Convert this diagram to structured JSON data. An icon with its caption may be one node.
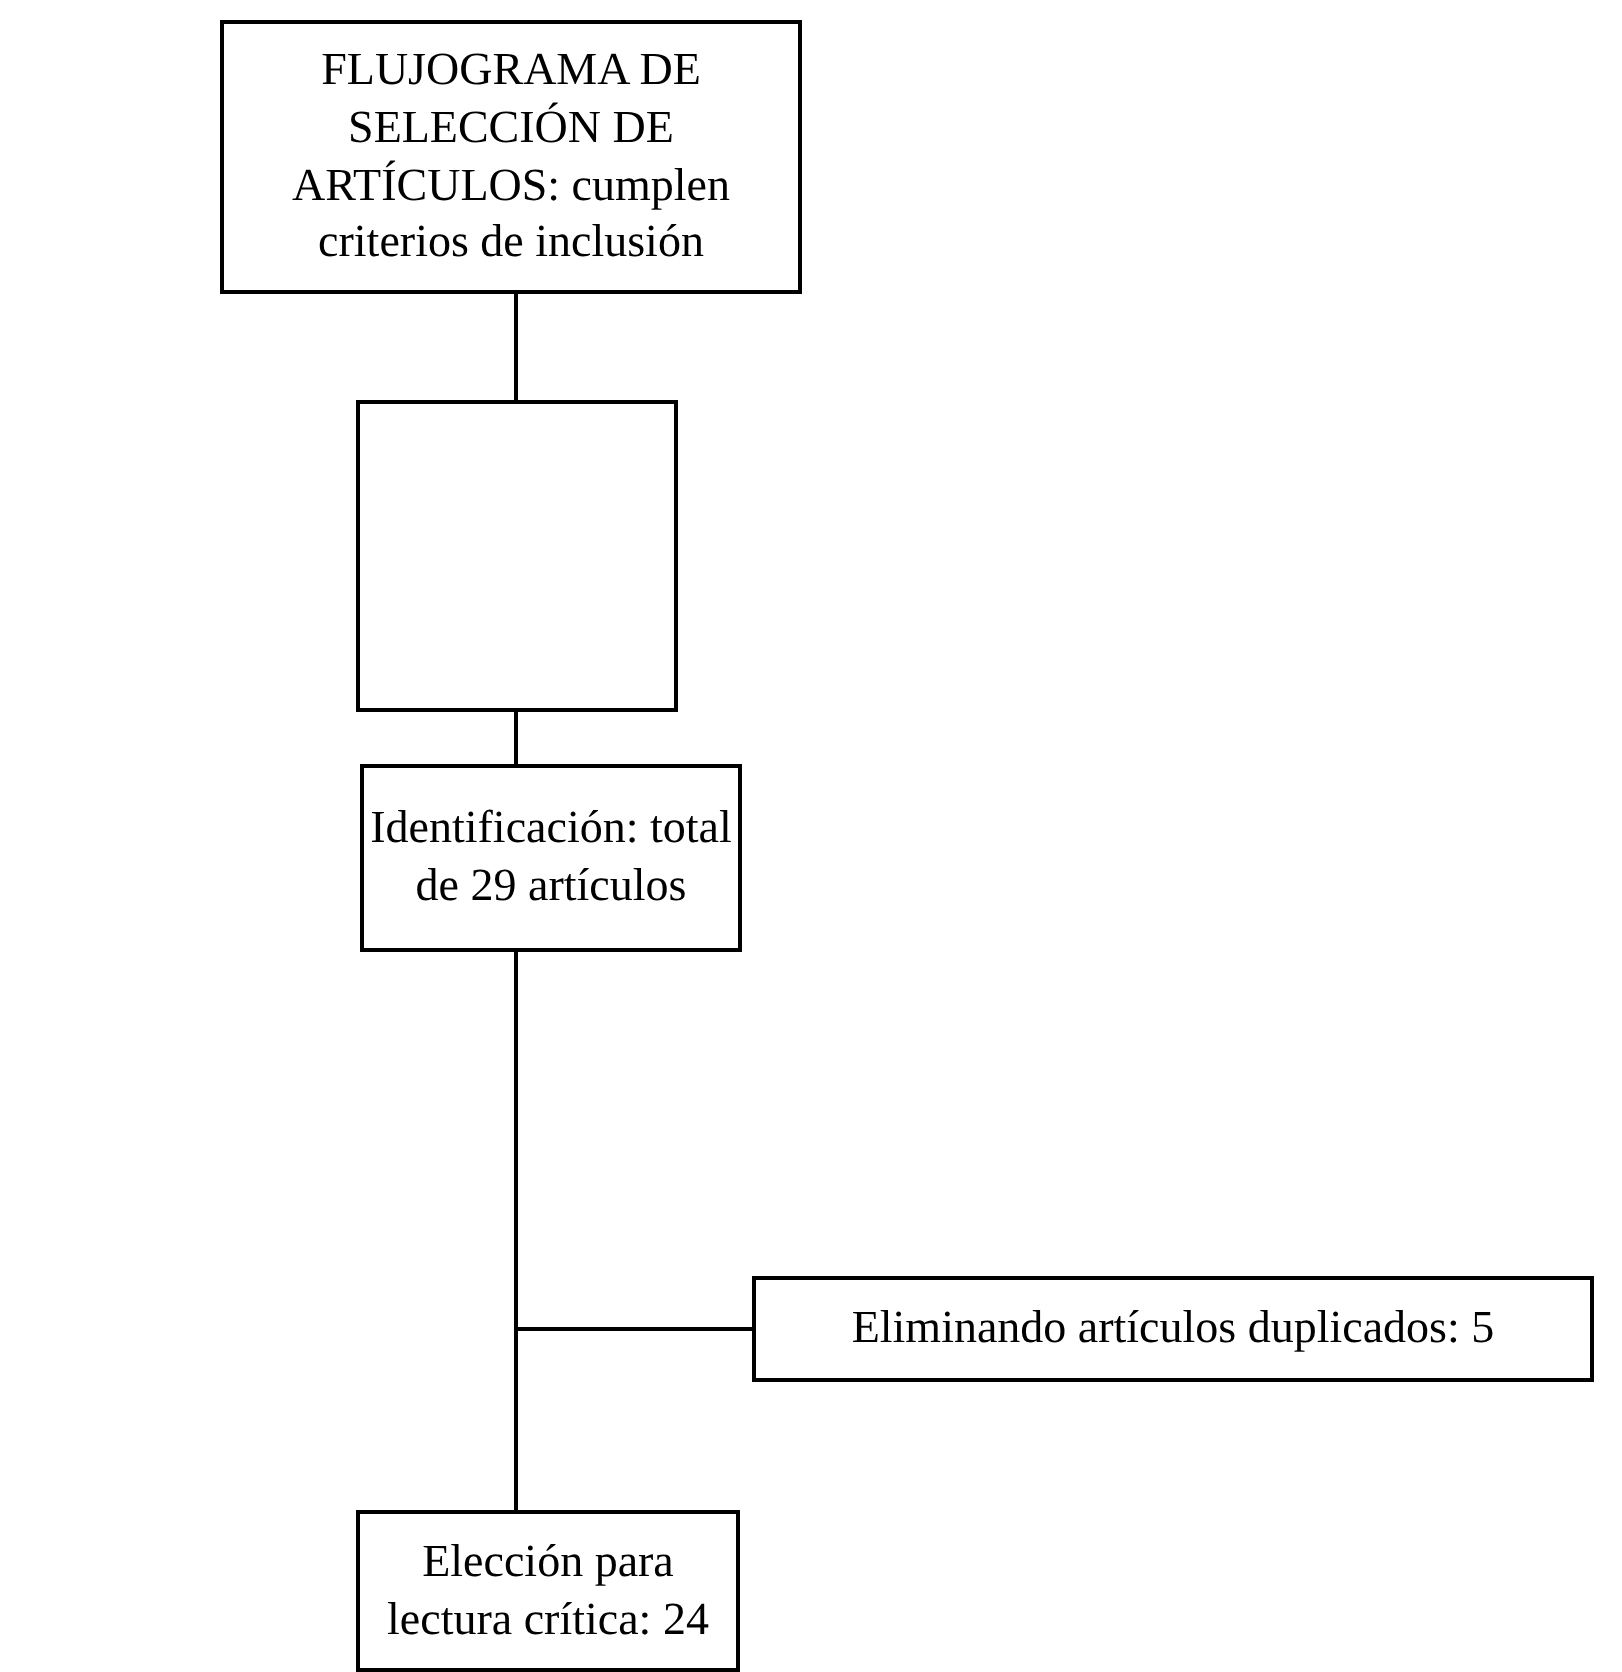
{
  "diagram": {
    "nodes": [
      {
        "text": [
          "FLUJOGRAMA DE SELECCIÓN DE ARTÍCULOS: cumplen criterios de inclusión"
        ]
      },
      {
        "text": [],
        "shape": "box"
      },
      {
        "text": [
          "Identificación: total de 29 artículos"
        ]
      },
      {
        "text": [
          "Eliminando artículos duplicados: 5"
        ]
      },
      {
        "text": [
          "Elección para lectura crítica: 24"
        ]
      }
    ],
    "edges": [
      {
        "from": 0,
        "to": 1,
        "arrow": "none"
      },
      {
        "from": 1,
        "to": 2,
        "arrow": "none"
      },
      {
        "from": 2,
        "to": 3,
        "arrow": "none"
      },
      {
        "from": 2,
        "to": 4,
        "arrow": "none"
      }
    ]
  }
}
